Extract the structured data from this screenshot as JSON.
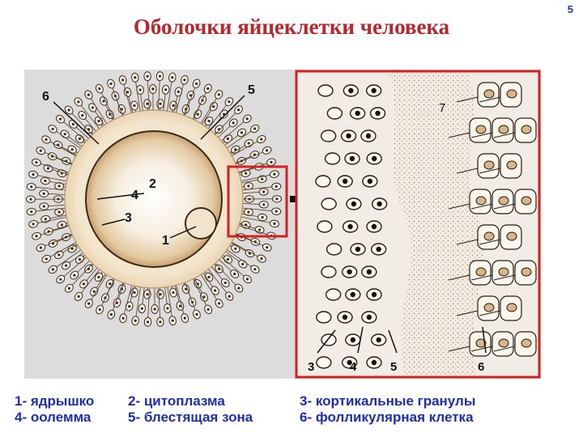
{
  "title": "Оболочки яйцеклетки человека",
  "page_number": "5",
  "figure_labels": {
    "left": [
      "6",
      "5",
      "2",
      "4",
      "3",
      "1"
    ],
    "right": [
      "7",
      "3",
      "4",
      "5",
      "6"
    ]
  },
  "legend": [
    "1- ядрышко",
    "2- цитоплазма",
    "3- кортикальные гранулы",
    "4- оолемма",
    "5- блестящая зона",
    "6- фолликулярная клетка"
  ],
  "colors": {
    "title": "#b8252a",
    "legend": "#1e2db0",
    "frame": "#d42020"
  }
}
